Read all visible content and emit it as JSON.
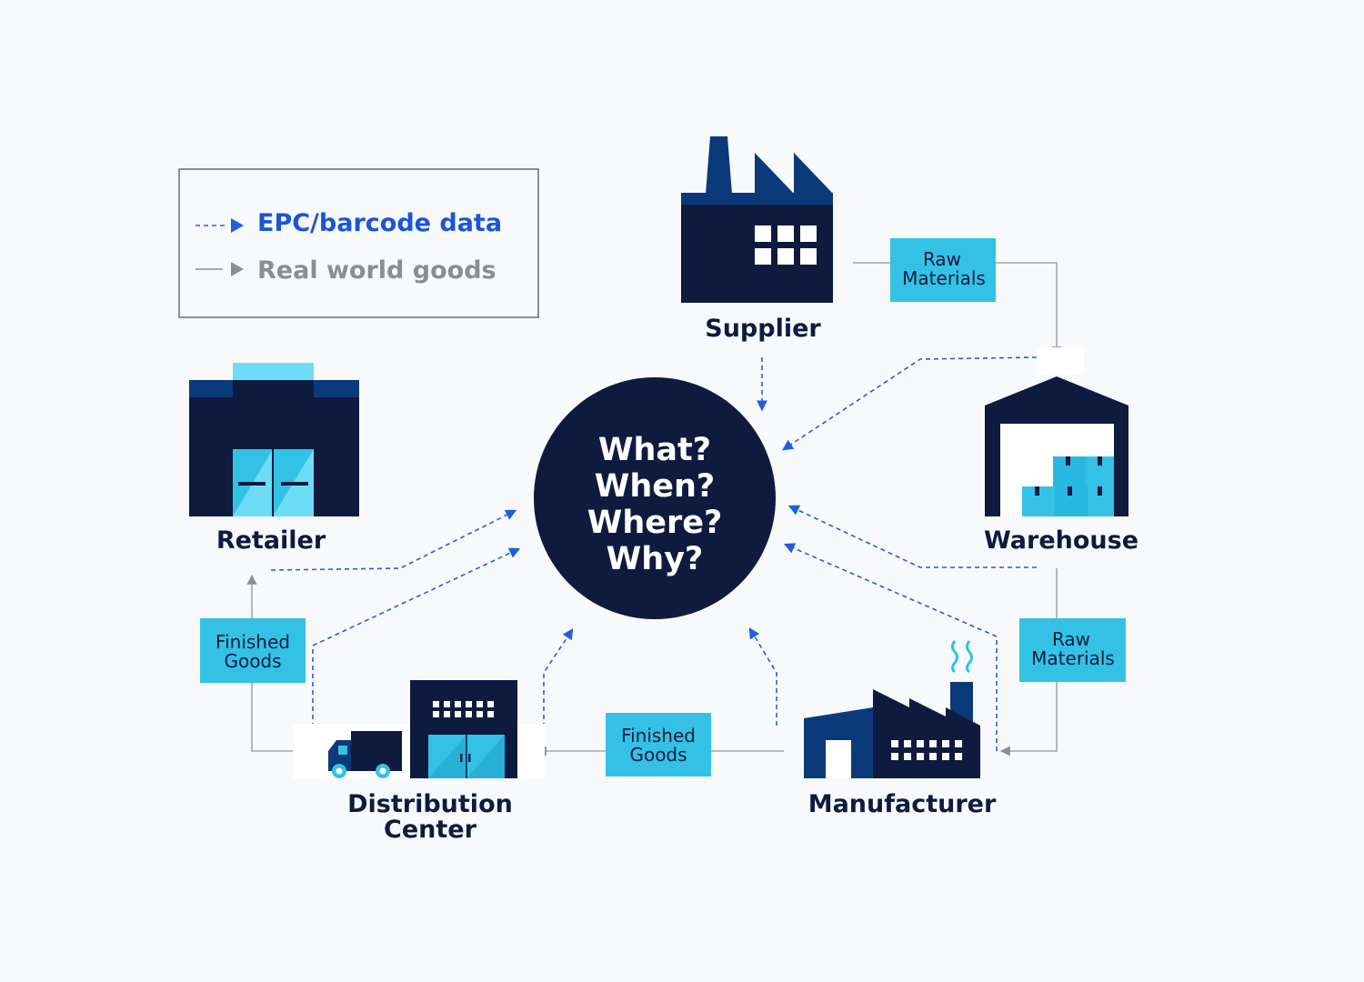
{
  "legend": {
    "epc_label": "EPC/barcode data",
    "goods_label": "Real world goods"
  },
  "center": {
    "lines": [
      "What?",
      "When?",
      "Where?",
      "Why?"
    ]
  },
  "nodes": {
    "supplier": "Supplier",
    "warehouse": "Warehouse",
    "manufacturer": "Manufacturer",
    "distribution_line1": "Distribution",
    "distribution_line2": "Center",
    "retailer": "Retailer"
  },
  "flow_tags": {
    "supplier_to_warehouse": [
      "Raw",
      "Materials"
    ],
    "warehouse_to_manufacturer": [
      "Raw",
      "Materials"
    ],
    "manufacturer_to_distribution": [
      "Finished",
      "Goods"
    ],
    "distribution_to_retailer": [
      "Finished",
      "Goods"
    ]
  },
  "colors": {
    "navy": "#0e1b3f",
    "royal": "#0a3a7a",
    "cyan": "#33c2e6",
    "light_cyan": "#6fdcf7",
    "epc_blue": "#1f5fe0",
    "goods_gray": "#a3a6ab"
  }
}
